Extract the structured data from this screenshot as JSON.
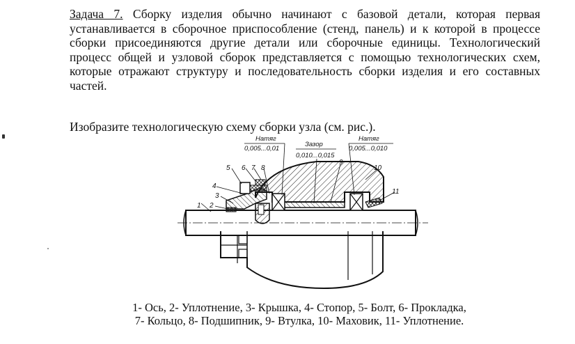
{
  "task": {
    "label": "Задача 7.",
    "text": " Сборку изделия обычно начинают с базовой детали, которая первая устанавливается в сборочное приспособление (стенд, панель) и к которой в процессе сборки присоединяются другие детали или сборочные единицы. Технологический процесс общей и узловой сборок представляется с помощью технологических схем, которые отражают структуру и последовательность сборки изделия и его составных частей."
  },
  "instruction": "Изобразите технологическую схему сборки узла (см. рис.).",
  "drawing": {
    "labels": {
      "natyag_left": "Натяг",
      "natyag_left_value": "0,005...0,01",
      "zazor": "Зазор",
      "zazor_value": "0,010...0,015",
      "natyag_right": "Натяг",
      "natyag_right_value": "0,005...0,010"
    },
    "numbers": [
      "1",
      "2",
      "3",
      "4",
      "5",
      "6",
      "7",
      "8",
      "9",
      "10",
      "11"
    ]
  },
  "legend": {
    "line1": "1- Ось, 2- Уплотнение, 3- Крышка, 4- Стопор, 5- Болт, 6- Прокладка,",
    "line2": "7- Кольцо, 8- Подшипник, 9- Втулка, 10- Маховик, 11- Уплотнение."
  }
}
